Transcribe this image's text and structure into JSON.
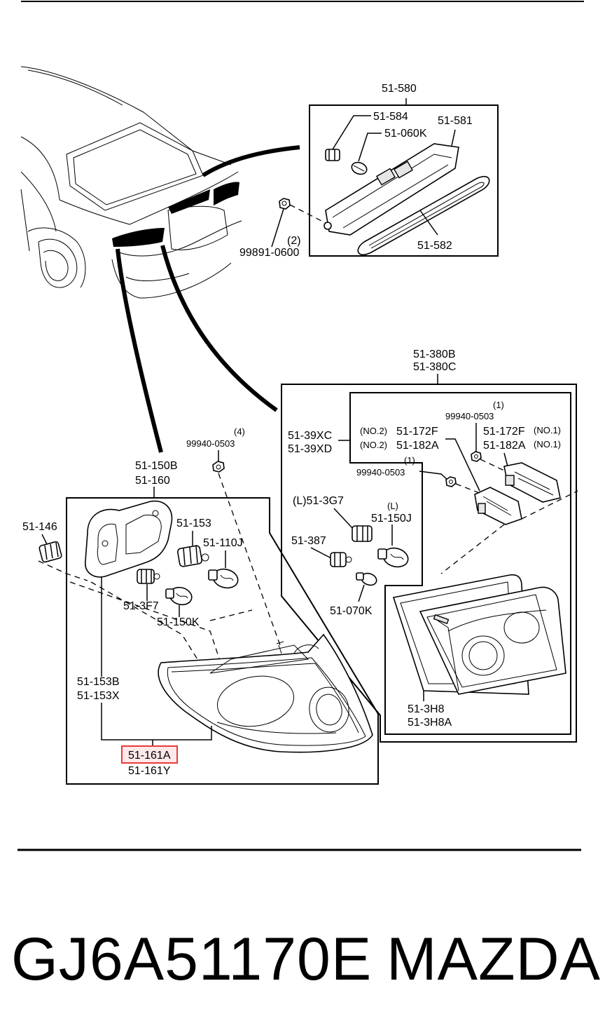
{
  "labels": {
    "top_lamp": "51-580",
    "p_51_584": "51-584",
    "p_51_581": "51-581",
    "p_51_060k": "51-060K",
    "p_51_582": "51-582",
    "qty_99891": "(2)",
    "p_99891": "99891-0600",
    "p_51_380b": "51-380B",
    "p_51_380c": "51-380C",
    "p_51_39xc": "51-39XC",
    "p_51_39xd": "51-39XD",
    "qty_99940_a": "(1)",
    "p_99940_a": "99940-0503",
    "no2_a": "(NO.2)",
    "p_51_172f_2": "51-172F",
    "p_51_172f_1": "51-172F",
    "no1_a": "(NO.1)",
    "no2_b": "(NO.2)",
    "p_51_182a_2": "51-182A",
    "p_51_182a_1": "51-182A",
    "no1_b": "(NO.1)",
    "qty_99940_b": "(1)",
    "p_99940_b": "99940-0503",
    "p_51_3g7": "(L)51-3G7",
    "l_150j": "(L)",
    "p_51_150j": "51-150J",
    "p_51_387": "51-387",
    "p_51_070k": "51-070K",
    "p_51_3h8": "51-3H8",
    "p_51_3h8a": "51-3H8A",
    "qty_99940_c": "(4)",
    "p_99940_c": "99940-0503",
    "p_51_150b": "51-150B",
    "p_51_160": "51-160",
    "p_51_146": "51-146",
    "p_51_153": "51-153",
    "p_51_110j": "51-110J",
    "p_51_3f7": "51-3F7",
    "p_51_150k": "51-150K",
    "p_51_153b": "51-153B",
    "p_51_153x": "51-153X",
    "p_51_161a": "51-161A",
    "p_51_161y": "51-161Y"
  },
  "footer": {
    "part_number": "GJ6A51170E",
    "brand": "MAZDA"
  },
  "colors": {
    "highlight": "#e83a3a",
    "highlight_fill": "#fde9e9"
  }
}
